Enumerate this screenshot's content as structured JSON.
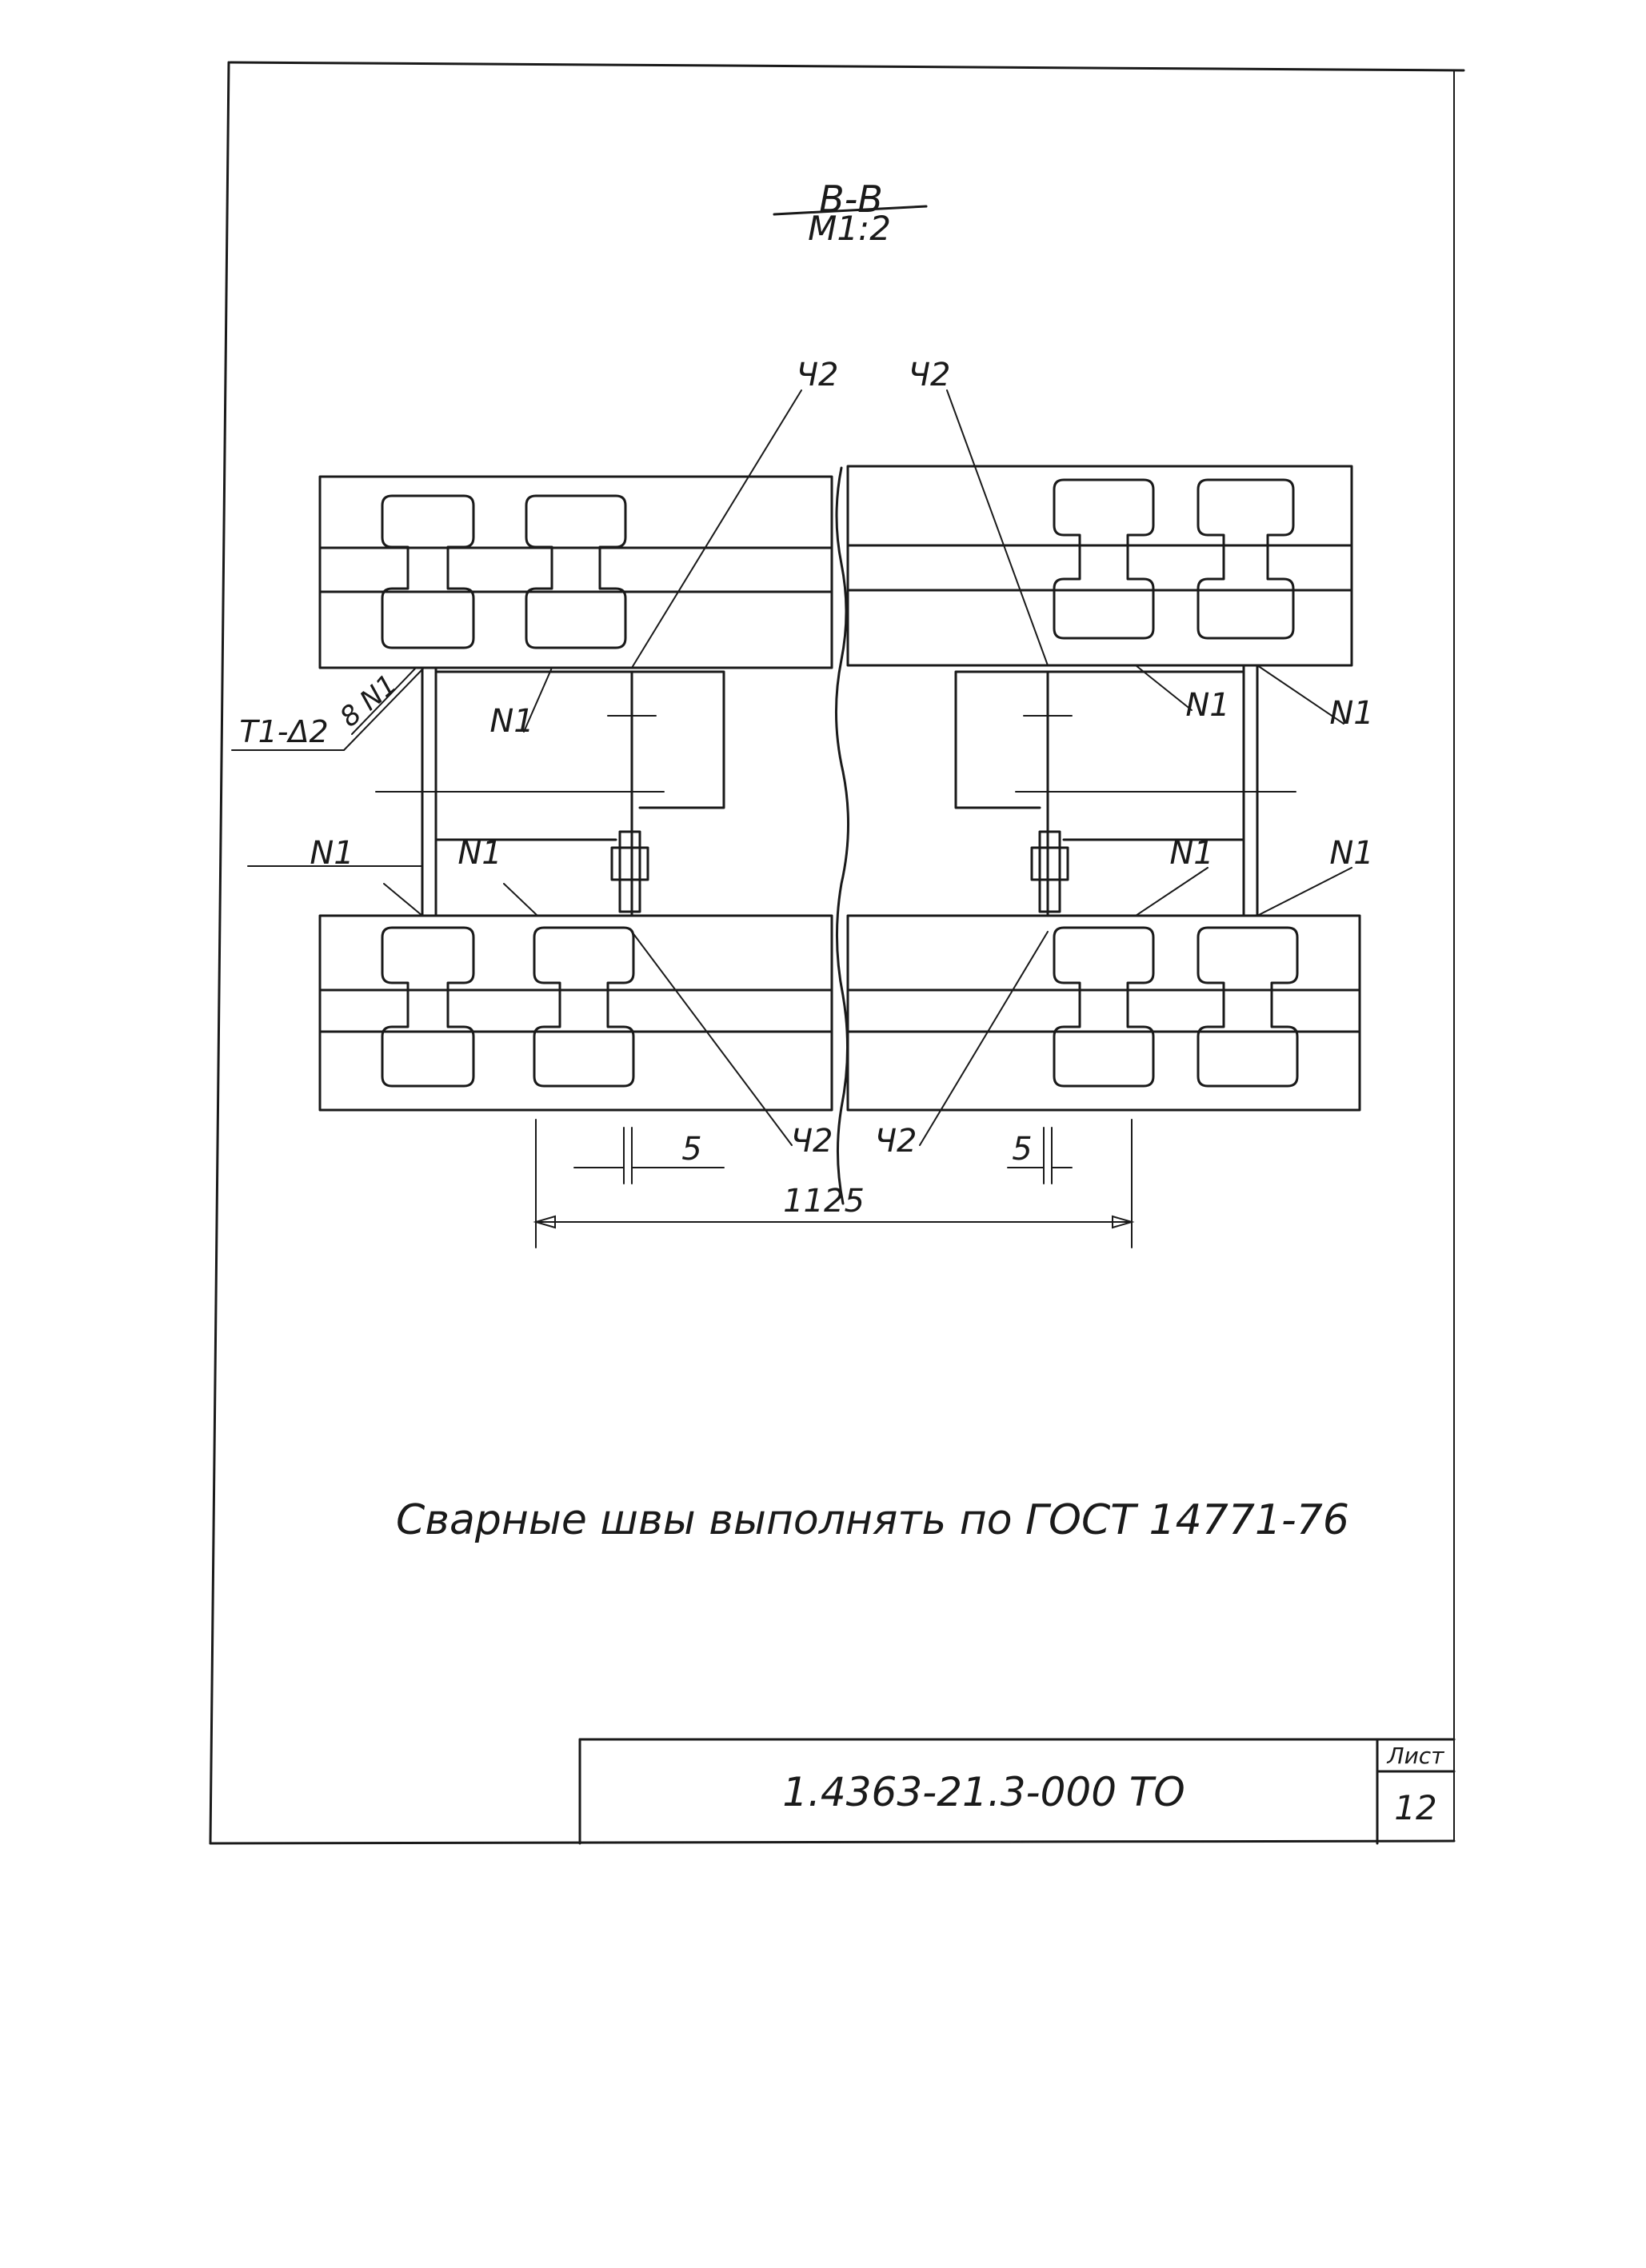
{
  "section": {
    "name": "В-В",
    "scale": "М1:2"
  },
  "labels": {
    "ch2": "Ч2",
    "n1": "N1",
    "weld_code": "Т1-Δ2",
    "weld_size": "8 N1"
  },
  "dimensions": {
    "gap": "5",
    "width": "1125"
  },
  "note": "Сварные швы выполнять по ГОСТ 14771-76",
  "title_block": {
    "code": "1.4363-21.3-000 ТО",
    "sheet_label": "Лист",
    "sheet_number": "12"
  }
}
